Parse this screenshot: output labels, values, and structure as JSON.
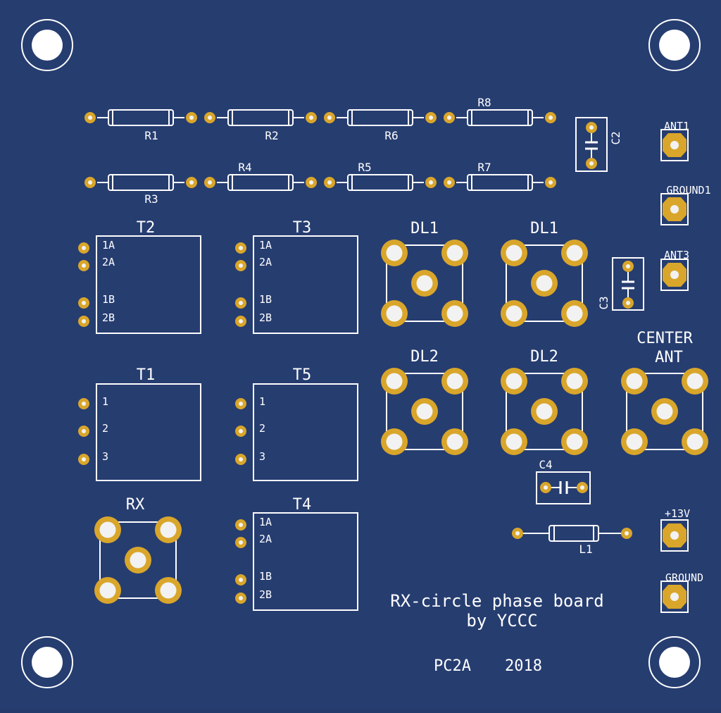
{
  "board": {
    "title_line1": "RX-circle phase board",
    "title_line2": "by YCCC",
    "author": "PC2A",
    "year": "2018",
    "colors": {
      "substrate": "#263d70",
      "silkscreen": "#ffffff",
      "copper": "#d9a62b",
      "hole": "#f2f2f2"
    }
  },
  "resistors": {
    "r1": "R1",
    "r2": "R2",
    "r6": "R6",
    "r8": "R8",
    "r3": "R3",
    "r4": "R4",
    "r5": "R5",
    "r7": "R7"
  },
  "capacitors": {
    "c2": "C2",
    "c3": "C3",
    "c4": "C4"
  },
  "inductor": {
    "l1": "L1"
  },
  "transformers": {
    "t2": {
      "label": "T2",
      "pins": [
        "1A",
        "2A",
        "1B",
        "2B"
      ]
    },
    "t3": {
      "label": "T3",
      "pins": [
        "1A",
        "2A",
        "1B",
        "2B"
      ]
    },
    "t1": {
      "label": "T1",
      "pins": [
        "1",
        "2",
        "3"
      ]
    },
    "t5": {
      "label": "T5",
      "pins": [
        "1",
        "2",
        "3"
      ]
    },
    "t4": {
      "label": "T4",
      "pins": [
        "1A",
        "2A",
        "1B",
        "2B"
      ]
    }
  },
  "connectors": {
    "dl1_a": "DL1",
    "dl1_b": "DL1",
    "dl2_a": "DL2",
    "dl2_b": "DL2",
    "center_line1": "CENTER",
    "center_line2": "ANT",
    "rx": "RX"
  },
  "terminals": {
    "ant1": "ANT1",
    "ground1": "GROUND1",
    "ant3": "ANT3",
    "plus13v": "+13V",
    "ground": "GROUND"
  }
}
